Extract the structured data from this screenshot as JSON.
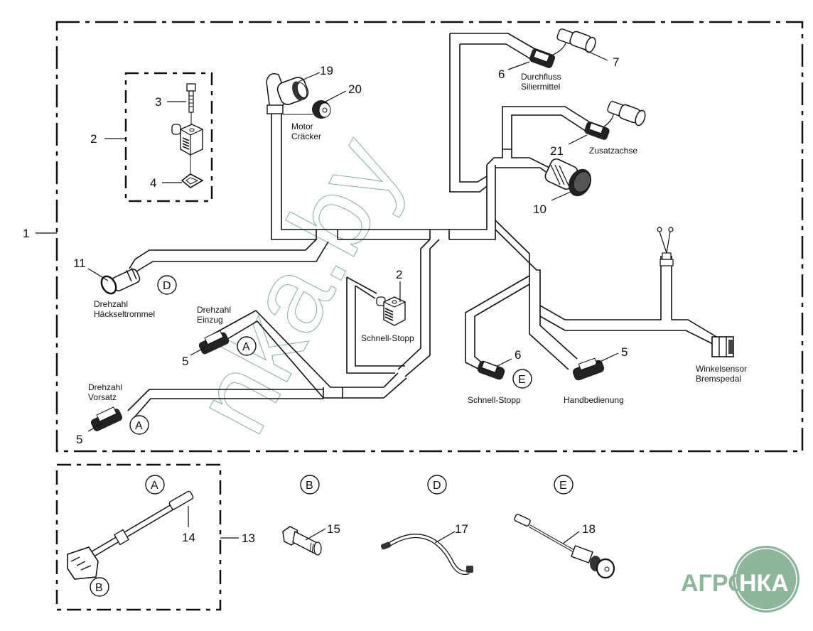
{
  "diagram": {
    "title": "Wiring harness parts diagram",
    "callouts": {
      "c1": "1",
      "c2a": "2",
      "c3": "3",
      "c4": "4",
      "c2b": "2",
      "c19": "19",
      "c20": "20",
      "c6a": "6",
      "c7": "7",
      "c21": "21",
      "c10": "10",
      "c11": "11",
      "c5a": "5",
      "c5b": "5",
      "c6b": "6",
      "c5c": "5",
      "c13": "13",
      "c14": "14",
      "c15": "15",
      "c17": "17",
      "c18": "18"
    },
    "labels": {
      "motor_cracker_1": "Motor",
      "motor_cracker_2": "Cräcker",
      "durchfluss_1": "Durchfluss",
      "durchfluss_2": "Siliermittel",
      "zusatzachse": "Zusatzachse",
      "drehzahl_haeckseltrommel_1": "Drehzahl",
      "drehzahl_haeckseltrommel_2": "Häckseltrommel",
      "drehzahl_einzug_1": "Drehzahl",
      "drehzahl_einzug_2": "Einzug",
      "drehzahl_vorsatz_1": "Drehzahl",
      "drehzahl_vorsatz_2": "Vorsatz",
      "schnell_stopp_center": "Schnell-Stopp",
      "schnell_stopp_right": "Schnell-Stopp",
      "handbedienung": "Handbedienung",
      "winkelsensor_1": "Winkelsensor",
      "winkelsensor_2": "Bremspedal"
    },
    "detail_markers": {
      "D_main": "D",
      "A_einzug": "A",
      "A_vorsatz": "A",
      "E_main": "E",
      "A_kit": "A",
      "B_kit": "B",
      "B_detail": "B",
      "D_detail": "D",
      "E_detail": "E"
    },
    "watermark": "nka.by",
    "logo": {
      "left": "АГРО",
      "right": "НКА",
      "color": "#8fb59d"
    }
  }
}
